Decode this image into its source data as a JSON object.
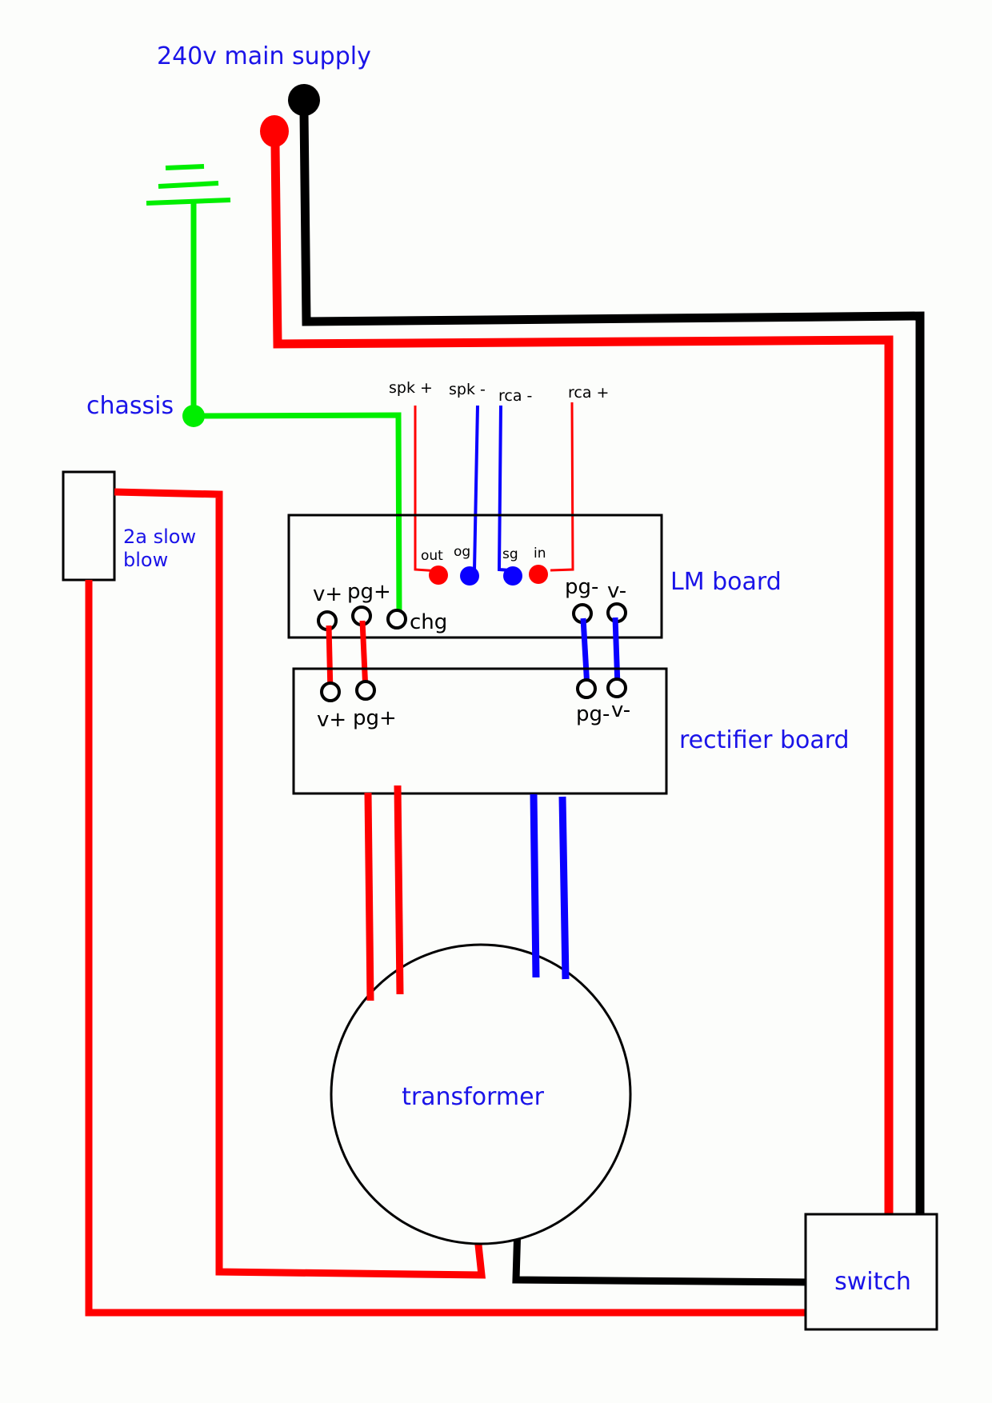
{
  "colors": {
    "background": "#fcfdfb",
    "label_blue": "#1a13e8",
    "wire_red": "#ff0000",
    "wire_black": "#000000",
    "wire_green": "#00ee00",
    "wire_blue": "#0a00ff"
  },
  "labels": {
    "main_supply": "240v main supply",
    "chassis": "chassis",
    "fuse_line1": "2a slow",
    "fuse_line2": "blow",
    "lm_board": "LM board",
    "rectifier_board": "rectifier board",
    "transformer": "transformer",
    "switch": "switch"
  },
  "lm_board": {
    "signal_inputs": {
      "spk_plus": "spk +",
      "spk_minus": "spk -",
      "rca_minus": "rca -",
      "rca_plus": "rca +"
    },
    "pads": {
      "out": "out",
      "og": "og",
      "sg": "sg",
      "in": "in"
    },
    "power_terminals": {
      "v_plus": "v+",
      "pg_plus": "pg+",
      "chg": "chg",
      "pg_minus": "pg-",
      "v_minus": "v-"
    }
  },
  "rectifier_board": {
    "terminals": {
      "v_plus": "v+",
      "pg_plus": "pg+",
      "pg_minus": "pg-",
      "v_minus": "v-"
    }
  }
}
